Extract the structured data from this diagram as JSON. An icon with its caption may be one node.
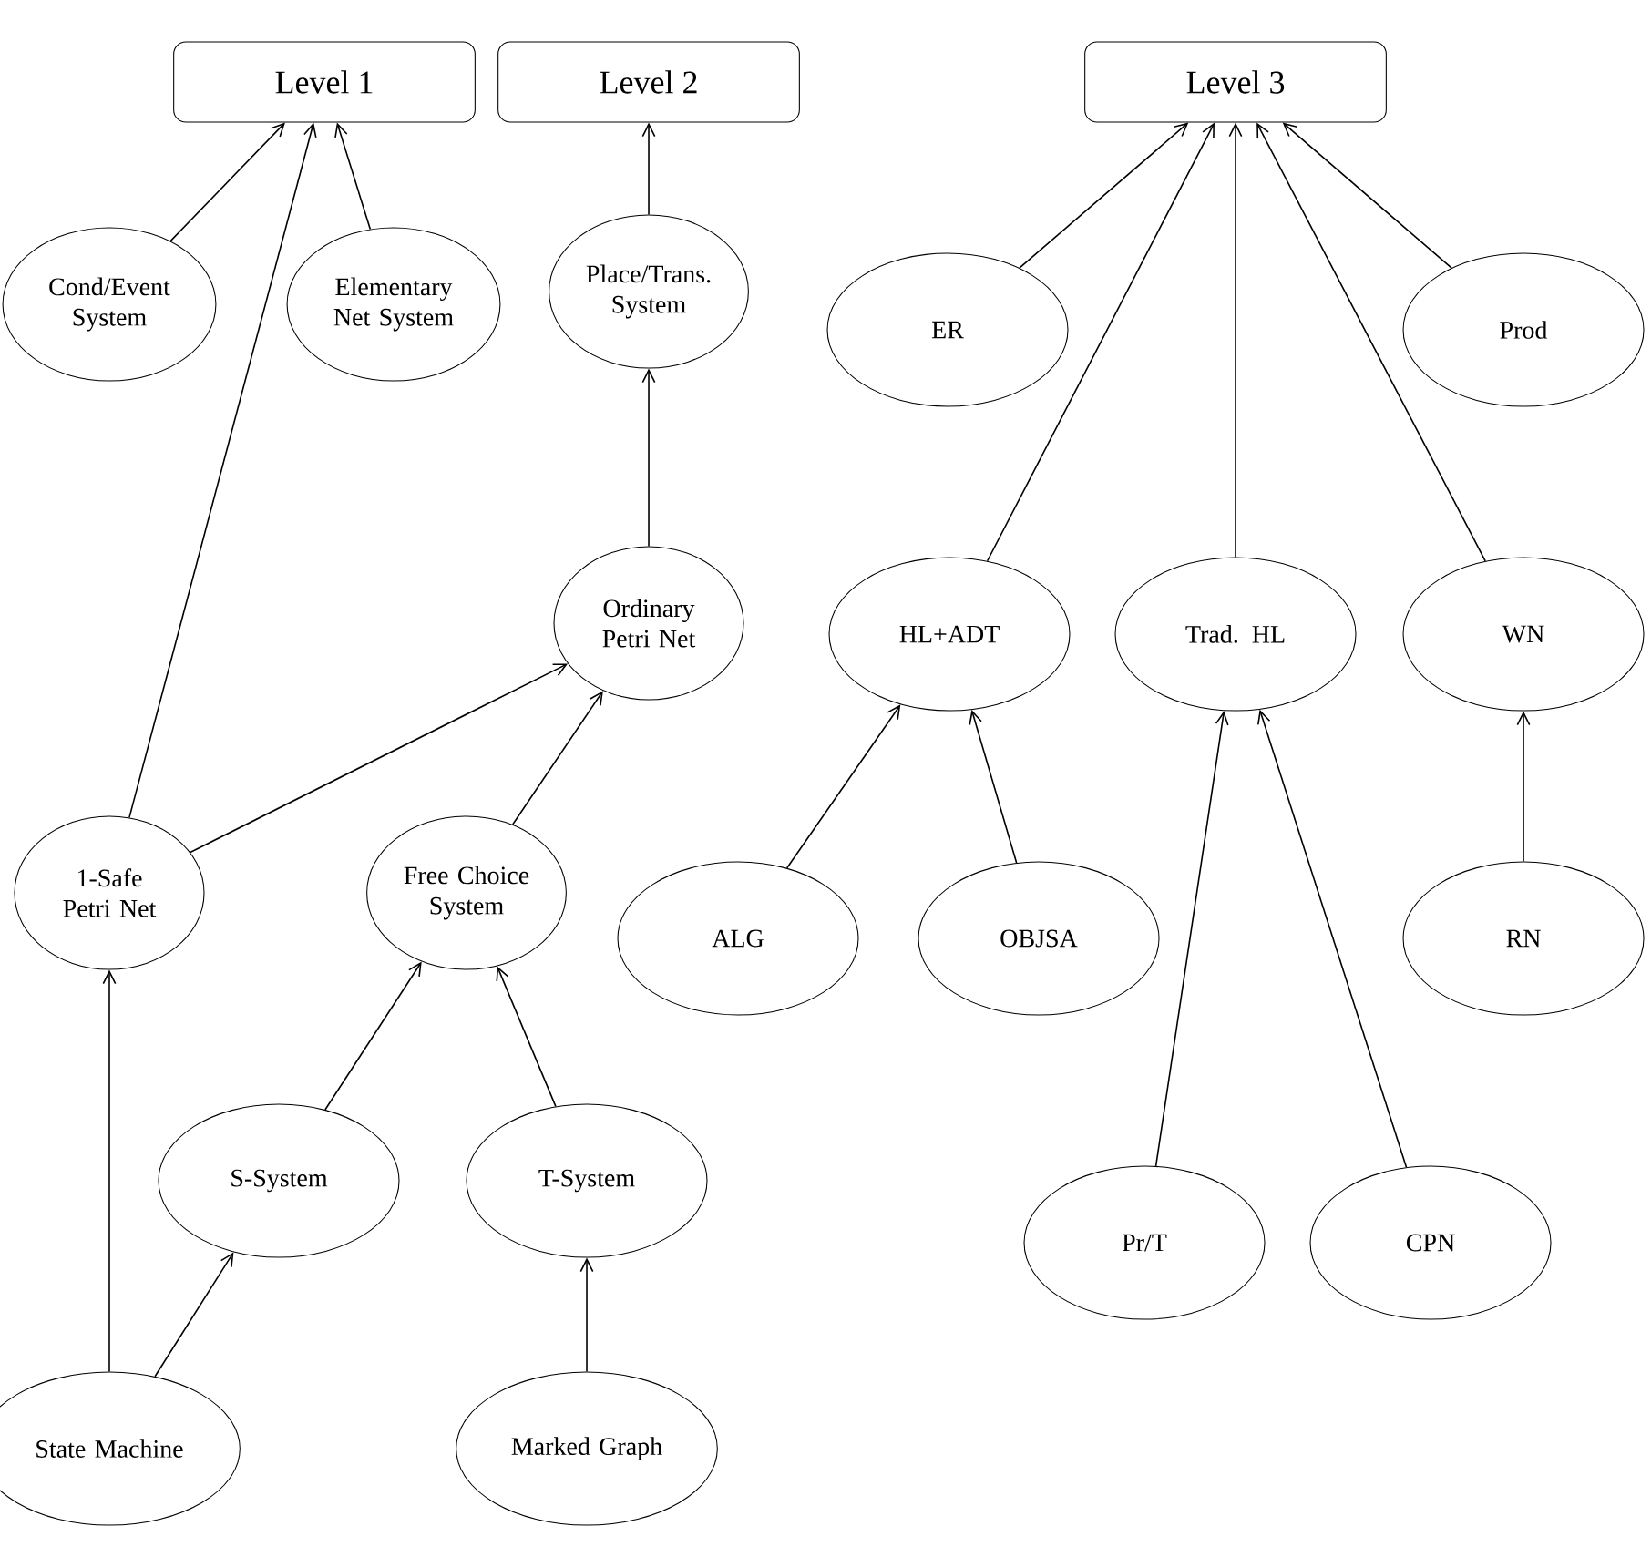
{
  "diagram": {
    "nodes": [
      {
        "text": [
          "Level 1"
        ]
      },
      {
        "text": [
          "Level 2"
        ]
      },
      {
        "text": [
          "Level 3"
        ]
      },
      {
        "text": [
          "Cond/Event System"
        ]
      },
      {
        "text": [
          "Elementary Net System"
        ]
      },
      {
        "text": [
          "Place/Trans. System"
        ]
      },
      {
        "text": [
          "ER"
        ]
      },
      {
        "text": [
          "Prod"
        ]
      },
      {
        "text": [
          "Ordinary Petri Net"
        ]
      },
      {
        "text": [
          "HL+ADT"
        ]
      },
      {
        "text": [
          "Trad. HL"
        ]
      },
      {
        "text": [
          "WN"
        ]
      },
      {
        "text": [
          "1-Safe Petri Net"
        ]
      },
      {
        "text": [
          "Free Choice System"
        ]
      },
      {
        "text": [
          "ALG"
        ]
      },
      {
        "text": [
          "OBJSA"
        ]
      },
      {
        "text": [
          "RN"
        ]
      },
      {
        "text": [
          "S-System"
        ]
      },
      {
        "text": [
          "T-System"
        ]
      },
      {
        "text": [
          "Pr/T"
        ]
      },
      {
        "text": [
          "CPN"
        ]
      },
      {
        "text": [
          "State Machine"
        ]
      },
      {
        "text": [
          "Marked Graph"
        ]
      }
    ],
    "edges": [
      {
        "from": 3,
        "to": 0,
        "arrow": "to"
      },
      {
        "from": 4,
        "to": 0,
        "arrow": "to"
      },
      {
        "from": 12,
        "to": 0,
        "arrow": "to"
      },
      {
        "from": 5,
        "to": 1,
        "arrow": "to"
      },
      {
        "from": 8,
        "to": 5,
        "arrow": "to"
      },
      {
        "from": 12,
        "to": 8,
        "arrow": "to"
      },
      {
        "from": 13,
        "to": 8,
        "arrow": "to"
      },
      {
        "from": 6,
        "to": 2,
        "arrow": "to"
      },
      {
        "from": 9,
        "to": 2,
        "arrow": "to"
      },
      {
        "from": 10,
        "to": 2,
        "arrow": "to"
      },
      {
        "from": 11,
        "to": 2,
        "arrow": "to"
      },
      {
        "from": 7,
        "to": 2,
        "arrow": "to"
      },
      {
        "from": 14,
        "to": 9,
        "arrow": "to"
      },
      {
        "from": 15,
        "to": 9,
        "arrow": "to"
      },
      {
        "from": 16,
        "to": 11,
        "arrow": "to"
      },
      {
        "from": 19,
        "to": 10,
        "arrow": "to"
      },
      {
        "from": 20,
        "to": 10,
        "arrow": "to"
      },
      {
        "from": 17,
        "to": 13,
        "arrow": "to"
      },
      {
        "from": 18,
        "to": 13,
        "arrow": "to"
      },
      {
        "from": 21,
        "to": 12,
        "arrow": "to"
      },
      {
        "from": 21,
        "to": 17,
        "arrow": "to"
      },
      {
        "from": 22,
        "to": 18,
        "arrow": "to"
      }
    ]
  }
}
